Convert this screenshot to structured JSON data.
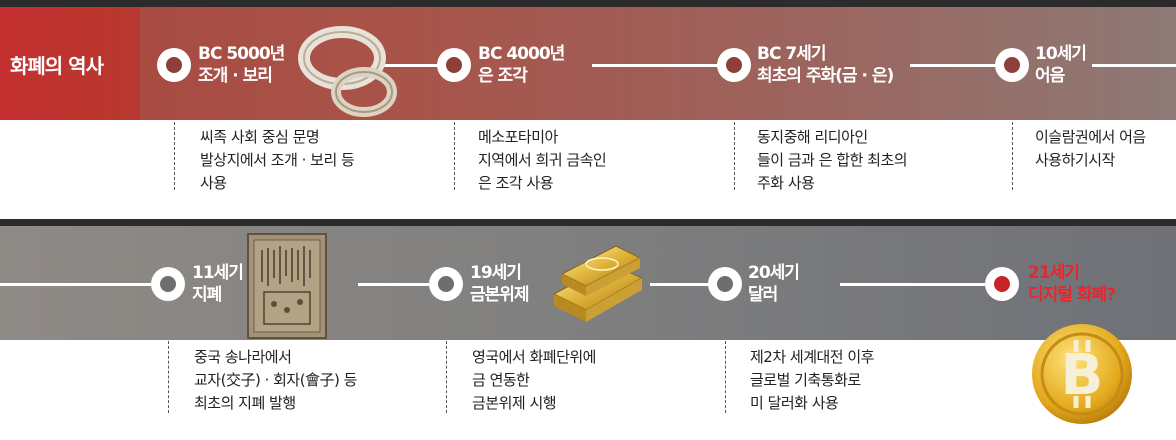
{
  "title": "화폐의 역사",
  "row1": [
    {
      "label1": "BC 5000년",
      "label2": "조개 · 보리",
      "desc": [
        "씨족 사회 중심 문명",
        "발상지에서 조개 · 보리 등",
        "사용"
      ]
    },
    {
      "label1": "BC 4000년",
      "label2": "은 조각",
      "desc": [
        "메소포타미아",
        "지역에서 희귀 금속인",
        "은 조각 사용"
      ]
    },
    {
      "label1": "BC 7세기",
      "label2": "최초의 주화(금 · 은)",
      "desc": [
        "동지중해 리디아인",
        "들이 금과 은 합한 최초의",
        "주화 사용"
      ]
    },
    {
      "label1": "10세기",
      "label2": "어음",
      "desc": [
        "이슬람권에서 어음",
        "사용하기시작",
        ""
      ]
    }
  ],
  "row2": [
    {
      "label1": "11세기",
      "label2": "지폐",
      "desc": [
        "중국 송나라에서",
        "교자(交子) · 회자(會子) 등",
        "최초의 지폐 발행"
      ]
    },
    {
      "label1": "19세기",
      "label2": "금본위제",
      "desc": [
        "영국에서 화폐단위에",
        "금 연동한",
        "금본위제 시행"
      ]
    },
    {
      "label1": "20세기",
      "label2": "달러",
      "desc": [
        "제2차 세계대전 이후",
        "글로벌 기축통화로",
        "미 달러화 사용"
      ]
    },
    {
      "label1": "21세기",
      "label2": "디지털 화폐?",
      "desc": [
        "",
        "",
        ""
      ]
    }
  ],
  "colors": {
    "accent_red": "#c42f2f",
    "node_red": "#8e3f3a",
    "node_gray": "#6e6e6e",
    "future_red": "#e8262d"
  },
  "icons": [
    "shell-ring-image",
    "banknote-image",
    "gold-bar-image",
    "bitcoin-coin-image"
  ]
}
